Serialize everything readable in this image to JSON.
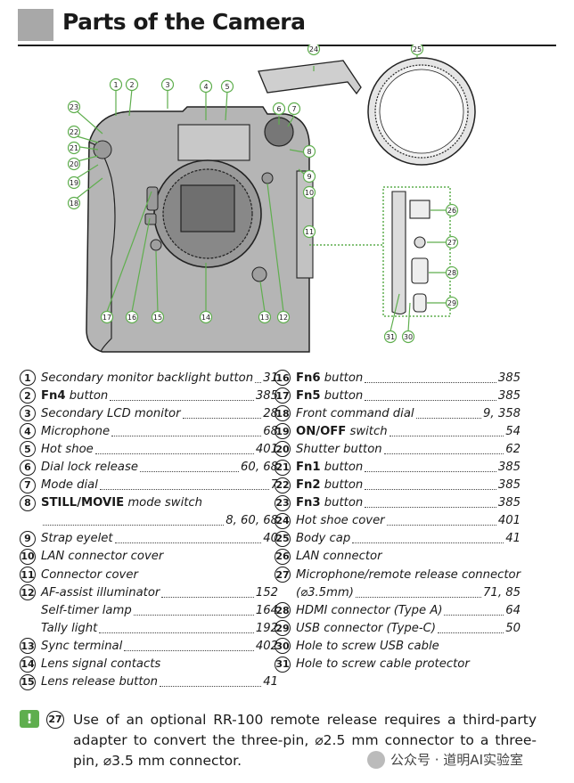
{
  "page": {
    "title": "Parts of the Camera"
  },
  "figure": {
    "callouts": [
      "1",
      "2",
      "3",
      "4",
      "5",
      "6",
      "7",
      "8",
      "9",
      "10",
      "11",
      "12",
      "13",
      "14",
      "15",
      "16",
      "17",
      "18",
      "19",
      "20",
      "21",
      "22",
      "23",
      "24",
      "25",
      "26",
      "27",
      "28",
      "29",
      "30",
      "31"
    ]
  },
  "parts_left": [
    {
      "num": "1",
      "pre": "",
      "bold": "",
      "post": "Secondary monitor backlight button",
      "pages": "31"
    },
    {
      "num": "2",
      "pre": "",
      "bold": "Fn4",
      "post": " button",
      "pages": "385"
    },
    {
      "num": "3",
      "pre": "",
      "bold": "",
      "post": "Secondary LCD monitor",
      "pages": "28"
    },
    {
      "num": "4",
      "pre": "",
      "bold": "",
      "post": "Microphone",
      "pages": "68"
    },
    {
      "num": "5",
      "pre": "",
      "bold": "",
      "post": "Hot shoe",
      "pages": "401"
    },
    {
      "num": "6",
      "pre": "",
      "bold": "",
      "post": "Dial lock release",
      "pages": "60, 68"
    },
    {
      "num": "7",
      "pre": "",
      "bold": "",
      "post": "Mode dial",
      "pages": "7"
    },
    {
      "num": "8",
      "pre": "",
      "bold": "STILL/MOVIE",
      "post": " mode switch",
      "pages": ""
    },
    {
      "num": "",
      "pre": "",
      "bold": "",
      "post": "",
      "pages": "8, 60, 68"
    },
    {
      "num": "9",
      "pre": "",
      "bold": "",
      "post": "Strap eyelet",
      "pages": "40"
    },
    {
      "num": "10",
      "pre": "",
      "bold": "",
      "post": "LAN connector cover",
      "pages": ""
    },
    {
      "num": "11",
      "pre": "",
      "bold": "",
      "post": "Connector cover",
      "pages": ""
    },
    {
      "num": "12",
      "pre": "",
      "bold": "",
      "post": "AF-assist illuminator",
      "pages": "152"
    },
    {
      "num": "",
      "pre": "",
      "bold": "",
      "post": "Self-timer lamp",
      "pages": "164"
    },
    {
      "num": "",
      "pre": "",
      "bold": "",
      "post": "Tally light",
      "pages": "192"
    },
    {
      "num": "13",
      "pre": "",
      "bold": "",
      "post": "Sync terminal",
      "pages": "402"
    },
    {
      "num": "14",
      "pre": "",
      "bold": "",
      "post": "Lens signal contacts",
      "pages": ""
    },
    {
      "num": "15",
      "pre": "",
      "bold": "",
      "post": "Lens release button",
      "pages": "41"
    }
  ],
  "parts_right": [
    {
      "num": "16",
      "bold": "Fn6",
      "post": " button",
      "pages": "385"
    },
    {
      "num": "17",
      "bold": "Fn5",
      "post": " button",
      "pages": "385"
    },
    {
      "num": "18",
      "bold": "",
      "post": "Front command dial",
      "pages": "9, 358"
    },
    {
      "num": "19",
      "bold": "ON/OFF",
      "post": " switch",
      "pages": "54"
    },
    {
      "num": "20",
      "bold": "",
      "post": "Shutter button",
      "pages": "62"
    },
    {
      "num": "21",
      "bold": "Fn1",
      "post": " button",
      "pages": "385"
    },
    {
      "num": "22",
      "bold": "Fn2",
      "post": " button",
      "pages": "385"
    },
    {
      "num": "23",
      "bold": "Fn3",
      "post": " button",
      "pages": "385"
    },
    {
      "num": "24",
      "bold": "",
      "post": "Hot shoe cover",
      "pages": "401"
    },
    {
      "num": "25",
      "bold": "",
      "post": "Body cap",
      "pages": "41"
    },
    {
      "num": "26",
      "bold": "",
      "post": "LAN connector",
      "pages": ""
    },
    {
      "num": "27",
      "bold": "",
      "post": "Microphone/remote release connector",
      "pages": ""
    },
    {
      "num": "",
      "bold": "",
      "post": "(⌀3.5mm) ",
      "pages": "71, 85"
    },
    {
      "num": "28",
      "bold": "",
      "post": "HDMI connector (Type A)",
      "pages": "64"
    },
    {
      "num": "29",
      "bold": "",
      "post": "USB connector (Type-C) ",
      "pages": "50"
    },
    {
      "num": "30",
      "bold": "",
      "post": "Hole to screw USB cable",
      "pages": ""
    },
    {
      "num": "31",
      "bold": "",
      "post": "Hole to screw cable protector",
      "pages": ""
    }
  ],
  "note": {
    "icon": "!",
    "ref": "27",
    "text": "Use of an optional RR-100 remote release requires a third-party adapter to convert the three-pin, ⌀2.5 mm connector to a three-pin, ⌀3.5 mm connector."
  },
  "watermark": {
    "text": "公众号 · 道明AI实验室"
  },
  "colors": {
    "note_accent": "#5fae4e",
    "callout": "#5fae4e",
    "camera_body": "#b5b5b5"
  }
}
